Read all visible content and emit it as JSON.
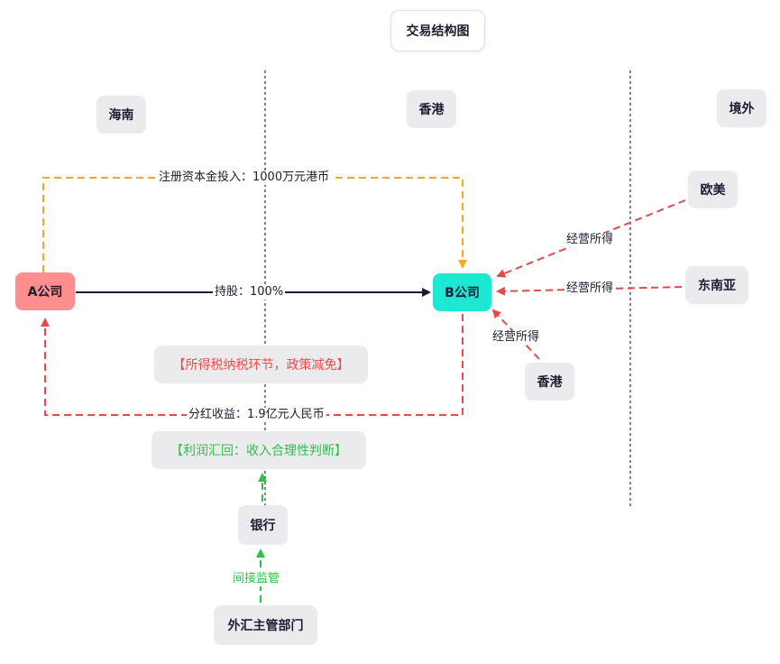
{
  "title": "交易结构图",
  "regions": {
    "hainan": "海南",
    "hongkong": "香港",
    "overseas": "境外"
  },
  "entities": {
    "a_company": "A公司",
    "b_company": "B公司",
    "europe_america": "欧美",
    "southeast_asia": "东南亚",
    "hongkong_source": "香港",
    "bank": "银行",
    "forex_authority": "外汇主管部门"
  },
  "edges": {
    "capital_injection": "注册资本金投入：1000万元港币",
    "shareholding": "持股：100%",
    "income_europe": "经营所得",
    "income_sea": "经营所得",
    "income_hk": "经营所得",
    "dividend": "分红收益：1.9亿元人民币",
    "indirect_supervision": "间接监管"
  },
  "notes": {
    "tax": "【所得税纳税环节，政策减免】",
    "repatriation": "【利润汇回：收入合理性判断】"
  },
  "colors": {
    "a_company_fill": "#ff8f8f",
    "b_company_fill": "#1de8d4",
    "capital_line": "#f5a623",
    "dividend_line": "#e84a4a",
    "income_line": "#e84a4a",
    "supervision_line": "#2ec14a",
    "shareholding_line": "#1a1a3a",
    "node_fill": "#ebebee"
  }
}
